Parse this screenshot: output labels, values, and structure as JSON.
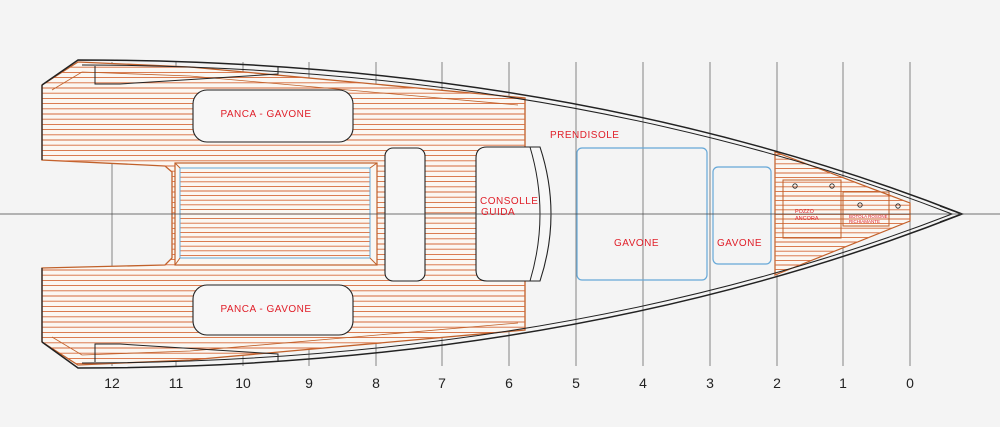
{
  "colors": {
    "background": "#f4f4f4",
    "hull": "#222222",
    "deck_outline": "#c0602a",
    "deck_planks": "#d66a3a",
    "hatch_blue": "#66a8d8",
    "label_red": "#e0202a"
  },
  "labels": {
    "bench_top": "PANCA - GAVONE",
    "bench_bottom": "PANCA - GAVONE",
    "sunbed": "PRENDISOLE",
    "console_line1": "CONSOLLE",
    "console_line2": "GUIDA",
    "locker_large": "GAVONE",
    "locker_small": "GAVONE",
    "anchor_well_line1": "POZZO",
    "anchor_well_line2": "ANCORA",
    "anchor_locker_line1": "BOTOLA ROSONE",
    "anchor_locker_line2": "RICHIAMANTE"
  },
  "stations": [
    "12",
    "11",
    "10",
    "9",
    "8",
    "7",
    "6",
    "5",
    "4",
    "3",
    "2",
    "1",
    "0"
  ]
}
